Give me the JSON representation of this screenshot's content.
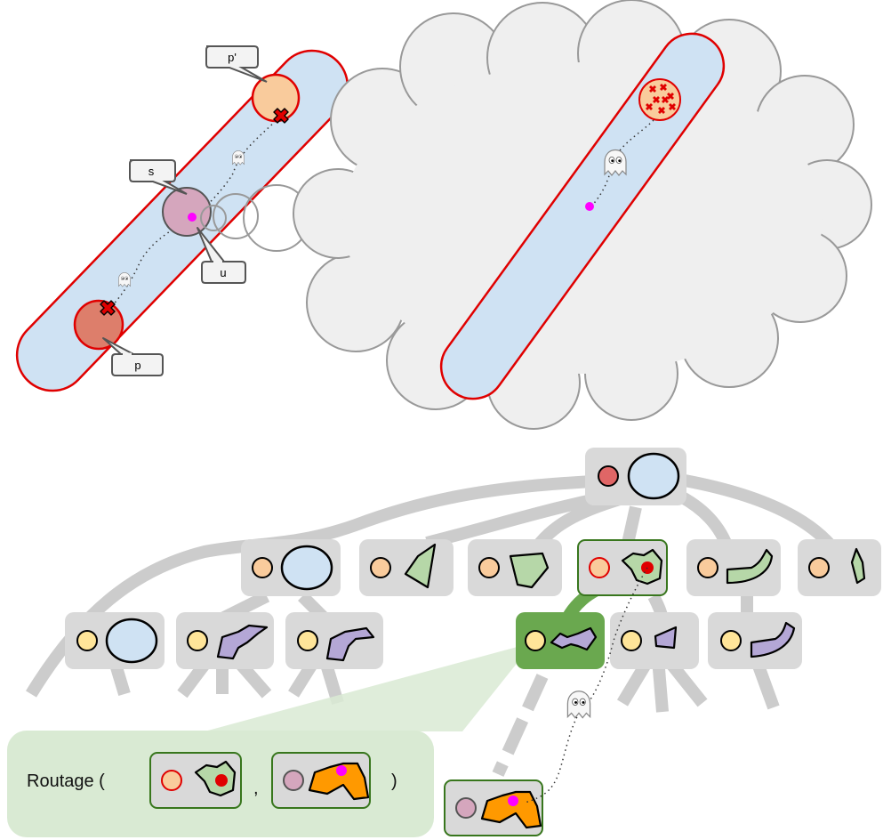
{
  "callouts": {
    "p_prime": "p'",
    "s": "s",
    "u": "u",
    "p": "p"
  },
  "caption": {
    "prefix": "Routage (",
    "separator": ",",
    "suffix": ")"
  },
  "colors": {
    "tube_fill": "#cfe2f3",
    "tube_stroke": "#e00000",
    "cloud_fill": "#efefef",
    "cloud_stroke": "#999999",
    "node_box": "#d9d9d9",
    "node_box_active": "#6aa84f",
    "node_border_active": "#38761d",
    "ball_red": "#e06666",
    "ball_salmon": "#f9cb9c",
    "ball_yellow": "#ffe599",
    "ball_mauve": "#d5a6bd",
    "shape_blue": "#cfe2f3",
    "shape_green": "#b6d7a8",
    "shape_purple": "#b4a7d6",
    "shape_orange": "#ff9900",
    "magenta": "#ff00ff",
    "caption_bg": "#d9ead3",
    "edge": "#cccccc",
    "edge_active": "#6aa84f"
  },
  "icons": [
    "ghost-icon",
    "red-cross-icon"
  ]
}
